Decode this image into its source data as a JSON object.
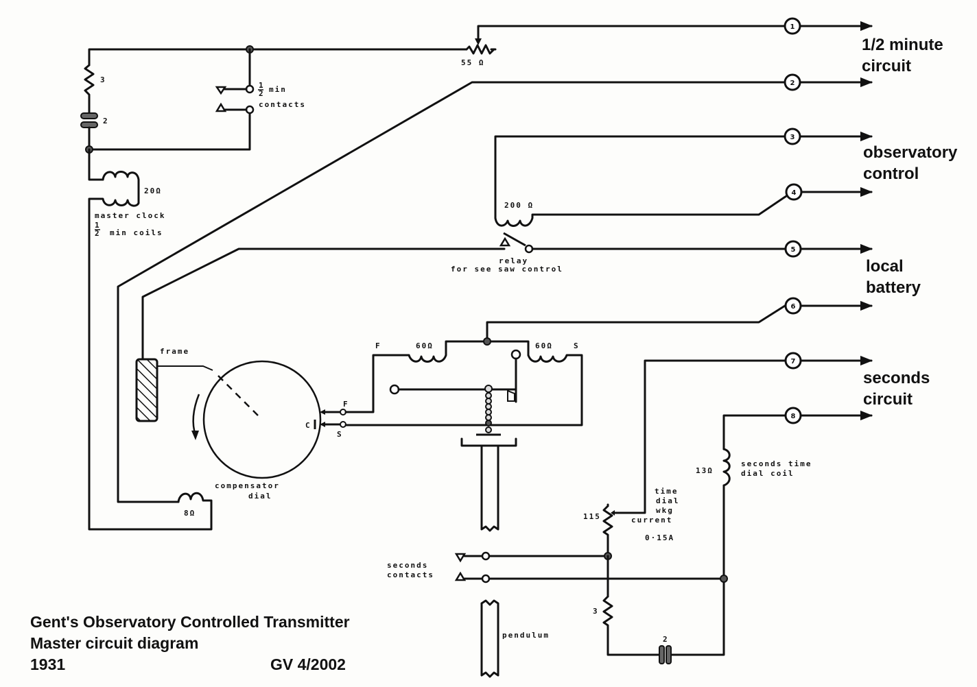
{
  "diagram": {
    "title": "Gent's Observatory Controlled Transmitter",
    "subtitle": "Master circuit diagram",
    "year": "1931",
    "author": "GV 4/2002",
    "outputs": [
      {
        "num": "1"
      },
      {
        "num": "2"
      },
      {
        "num": "3"
      },
      {
        "num": "4"
      },
      {
        "num": "5"
      },
      {
        "num": "6"
      },
      {
        "num": "7"
      },
      {
        "num": "8"
      }
    ],
    "groups": {
      "half_minute": [
        "1/2 minute",
        "circuit"
      ],
      "observatory": [
        "observatory",
        "control"
      ],
      "local_battery": [
        "local",
        "battery"
      ],
      "seconds": [
        "seconds",
        "circuit"
      ]
    },
    "components": {
      "resistor_3_top": "3",
      "capacitor_2_top": "2",
      "half_min_contacts_fraction_num": "1",
      "half_min_contacts_fraction_den": "2",
      "half_min_contacts": [
        "min",
        "contacts"
      ],
      "rheostat_55": "55 Ω",
      "coil_20": "20Ω",
      "master_clock": "master clock",
      "half_min_coils": "min coils",
      "relay_200": "200 Ω",
      "relay_label": [
        "relay",
        "for see saw control"
      ],
      "frame": "frame",
      "compensator": [
        "compensator",
        "dial"
      ],
      "coil_8": "8Ω",
      "coil_60_left": "60Ω",
      "coil_60_right": "60Ω",
      "F_top": "F",
      "S_top": "S",
      "F_dial": "F",
      "S_dial": "S",
      "C_dial": "C",
      "rheostat_115": "115",
      "time_dial_current": [
        "time",
        "dial",
        "wkg",
        "current",
        "0·15A"
      ],
      "coil_13": "13Ω",
      "seconds_time_dial_coil": [
        "seconds time",
        "dial coil"
      ],
      "seconds_contacts": [
        "seconds",
        "contacts"
      ],
      "resistor_3_bottom": "3",
      "capacitor_2_bottom": "2",
      "pendulum": "pendulum"
    }
  }
}
